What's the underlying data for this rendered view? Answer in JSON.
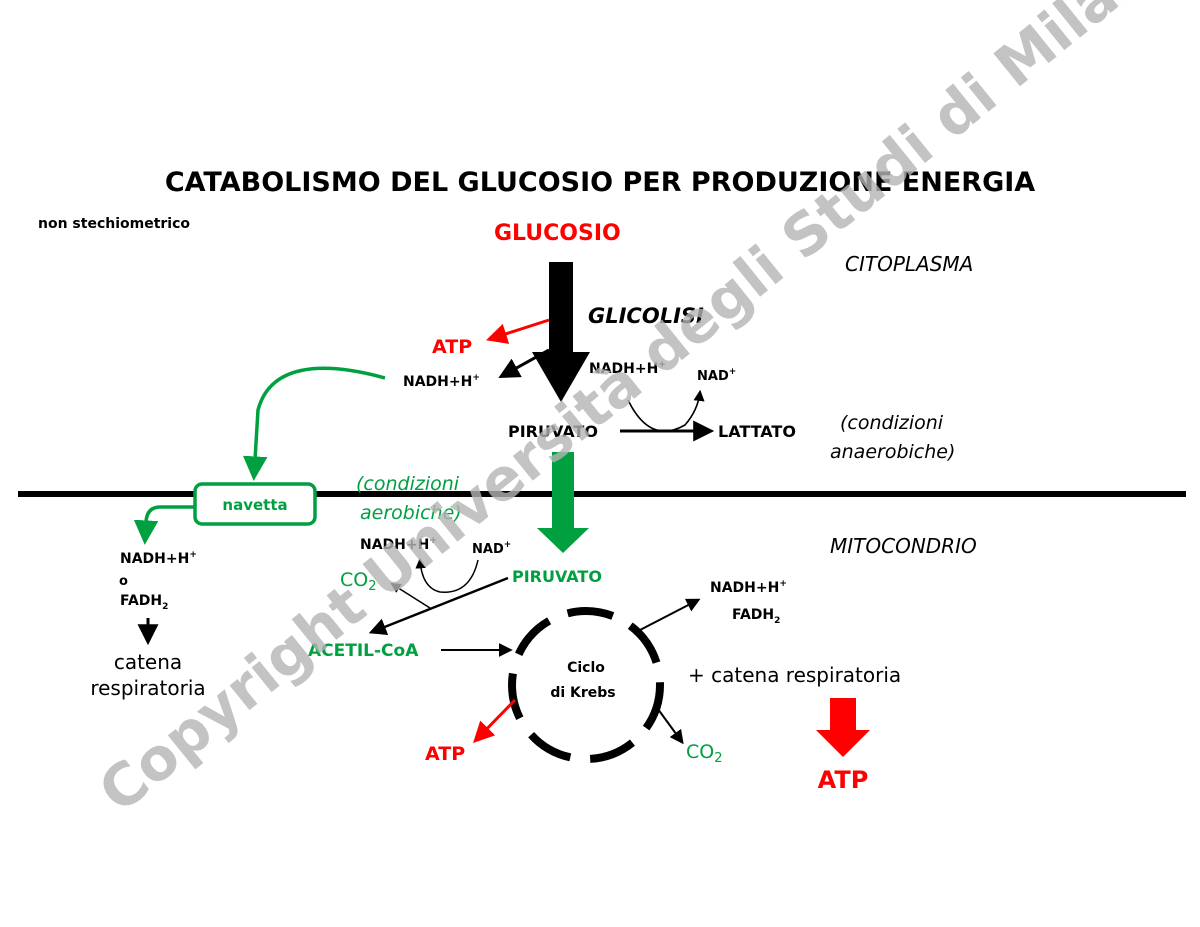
{
  "title": "CATABOLISMO DEL GLUCOSIO PER PRODUZIONE ENERGIA",
  "note": "non stechiometrico",
  "watermark": "Copyright Università degli Studi di Milano",
  "colors": {
    "red": "#ff0000",
    "green": "#00a040",
    "black": "#000000",
    "watermark": "#c8c8c8"
  },
  "compartments": {
    "cytoplasm": "CITOPLASMA",
    "mitochondrion": "MITOCONDRIO"
  },
  "cytoplasm": {
    "glucose": "GLUCOSIO",
    "glycolysis": "GLICOLISI",
    "atp": "ATP",
    "nadh_left": "NADH+H",
    "nadh_right": "NADH+H",
    "nad_right": "NAD",
    "pyruvate": "PIRUVATO",
    "lactate": "LATTATO",
    "anaerobic_1": "(condizioni",
    "anaerobic_2": "anaerobiche)"
  },
  "shuttle": "navetta",
  "aerobic_1": "(condizioni",
  "aerobic_2": "aerobiche)",
  "mito": {
    "nadh_pdh": "NADH+H",
    "nad_pdh": "NAD",
    "co2_pdh": "CO",
    "pyruvate": "PIRUVATO",
    "acetyl_coa": "ACETIL-CoA",
    "krebs_1": "Ciclo",
    "krebs_2": "di Krebs",
    "nadh_krebs": "NADH+H",
    "fadh_krebs": "FADH",
    "co2_krebs": "CO",
    "atp_krebs": "ATP",
    "chain_label": "+ catena respiratoria",
    "atp_final": "ATP"
  },
  "left_side": {
    "nadh": "NADH+H",
    "or": "o",
    "fadh": "FADH",
    "chain_1": "catena",
    "chain_2": "respiratoria"
  },
  "superscripts": {
    "plus": "+"
  },
  "subscripts": {
    "two": "2"
  }
}
